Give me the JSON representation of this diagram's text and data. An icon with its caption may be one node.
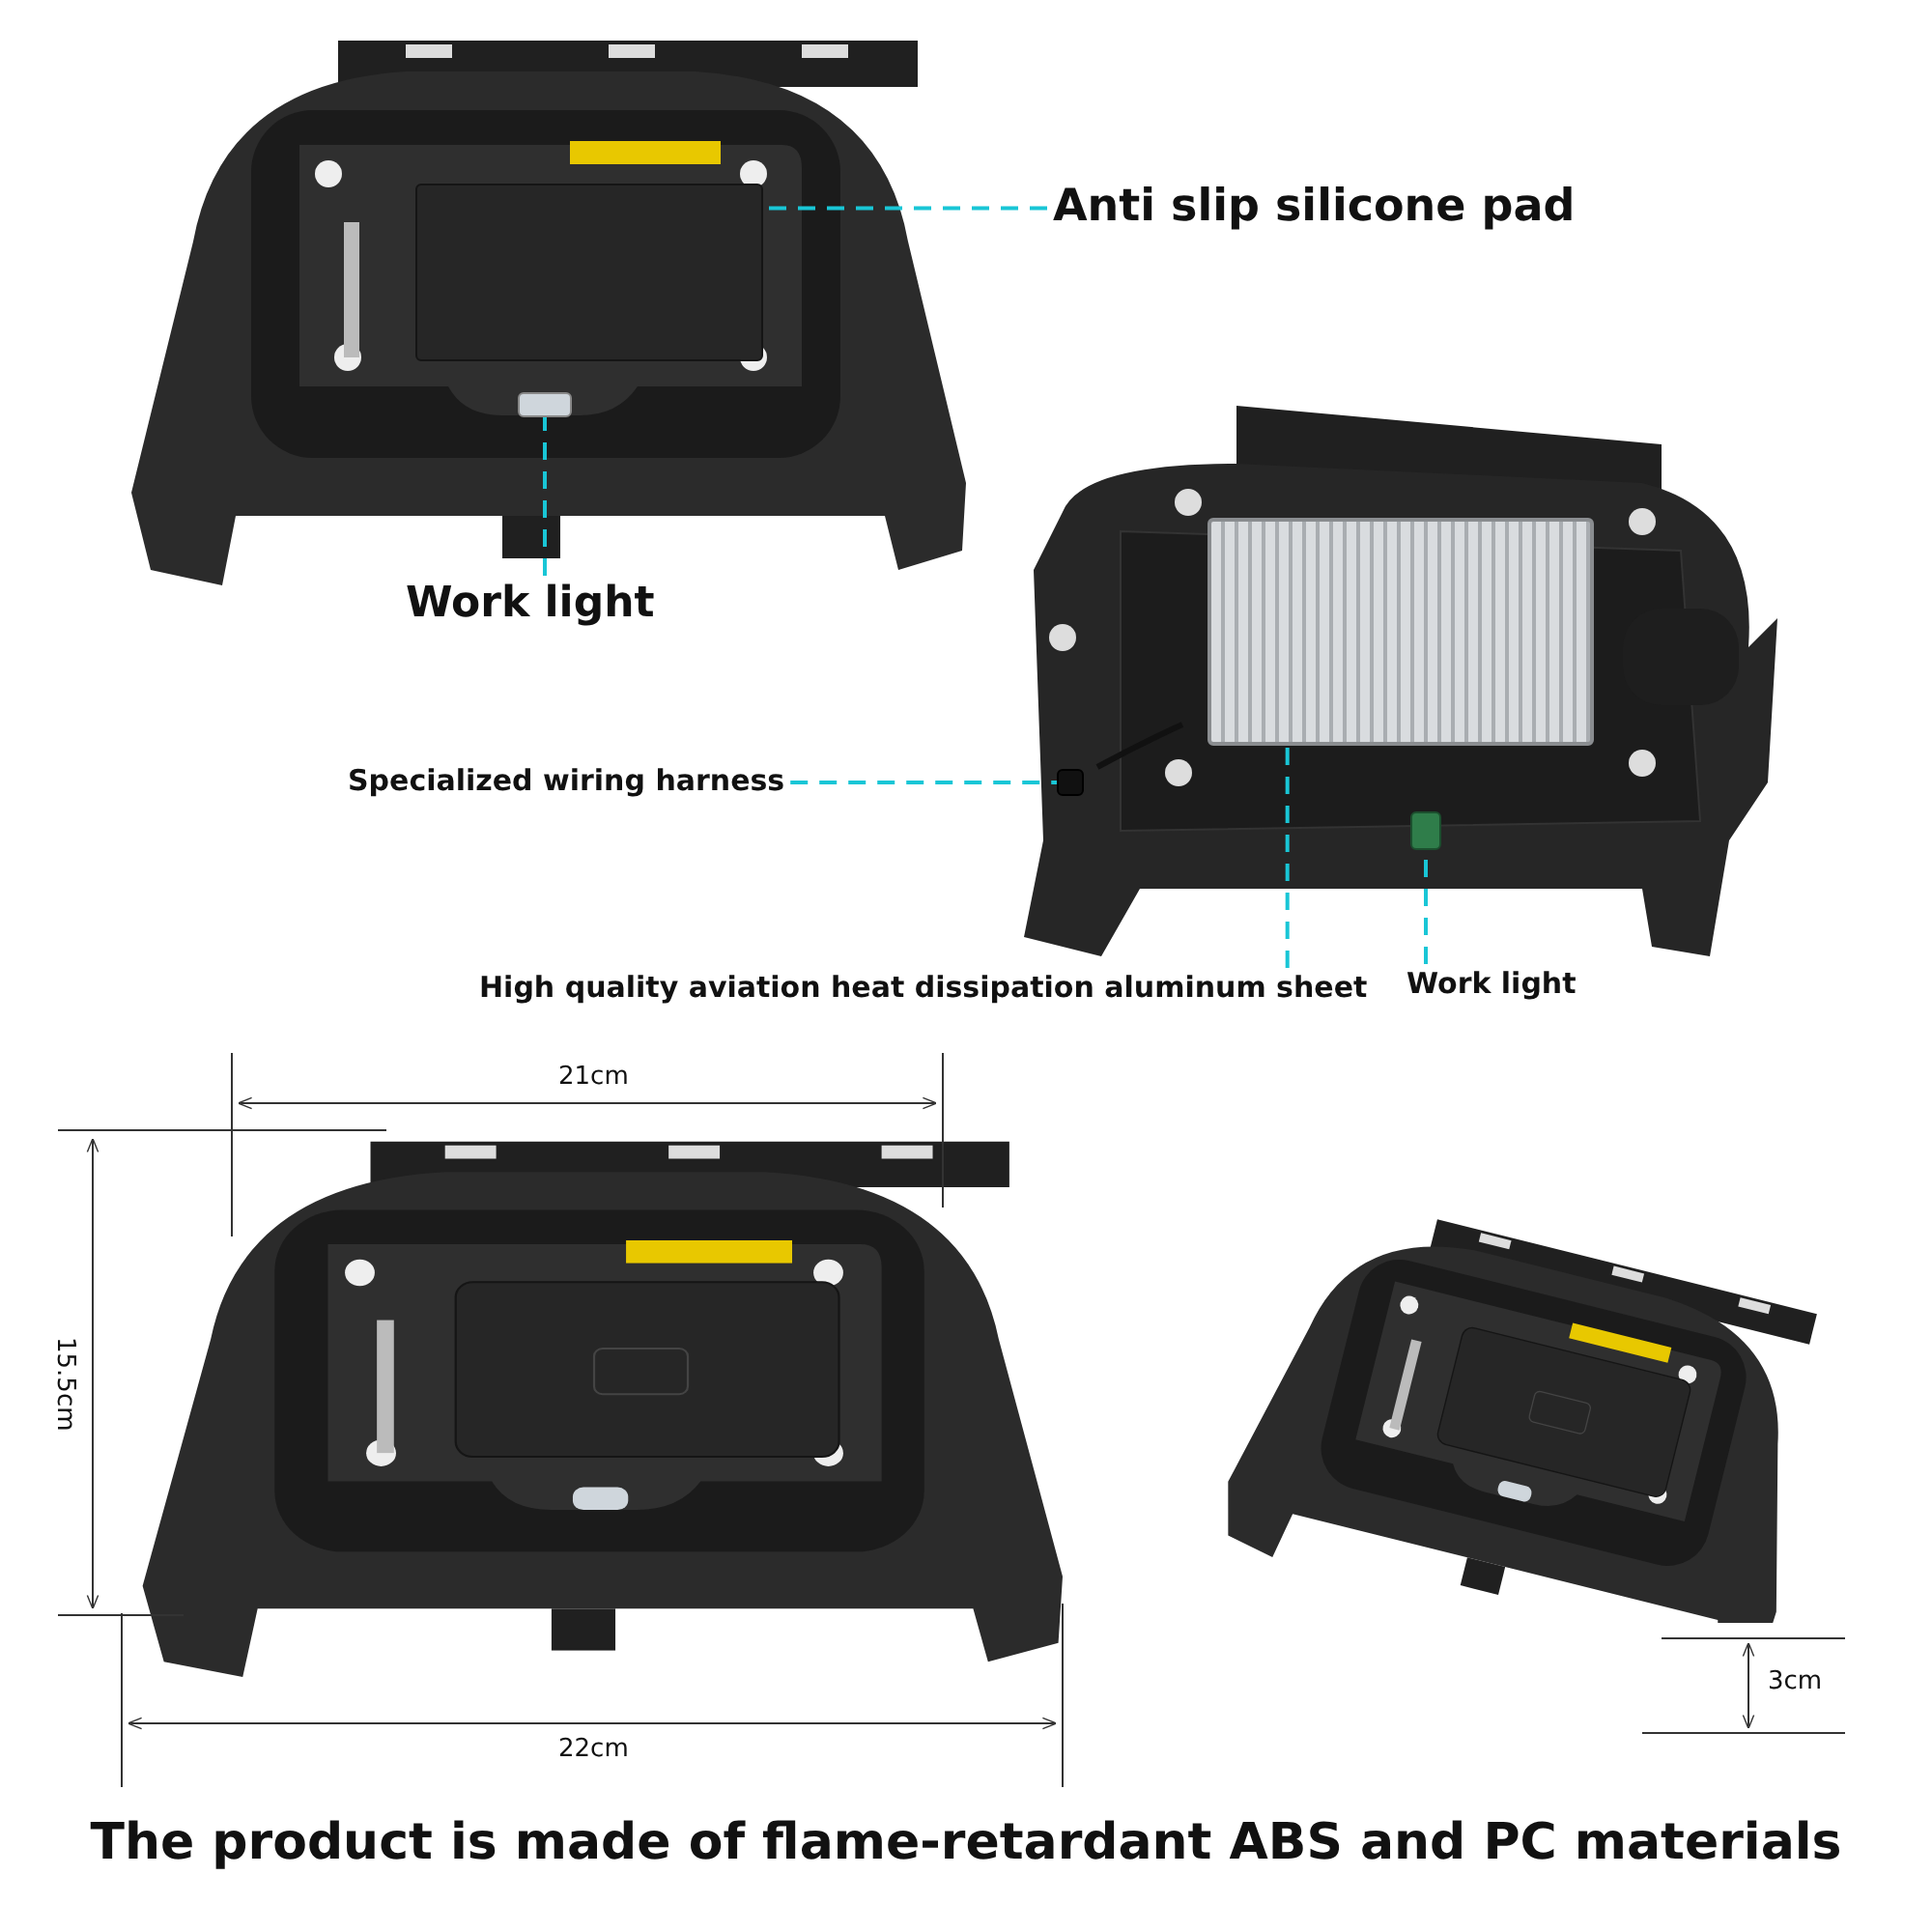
{
  "diagram": {
    "caption": "The product is made of flame-retardant ABS and PC materials",
    "nodes": [
      {
        "text": [
          "Anti slip silicone pad"
        ]
      },
      {
        "text": [],
        "shape": "box"
      },
      {
        "text": [
          "Work light"
        ]
      },
      {
        "text": [],
        "shape": "box"
      },
      {
        "text": [
          "Specialized wiring harness"
        ]
      },
      {
        "text": [],
        "shape": "box"
      },
      {
        "text": [
          "High quality aviation heat dissipation aluminum sheet"
        ]
      },
      {
        "text": [],
        "shape": "box"
      },
      {
        "text": [
          "Work light"
        ]
      },
      {
        "text": [],
        "shape": "box"
      }
    ],
    "edges": [
      {
        "from": 0,
        "to": 1,
        "arrow": "none",
        "style": "dashed"
      },
      {
        "from": 2,
        "to": 3,
        "arrow": "none",
        "style": "dashed"
      },
      {
        "from": 4,
        "to": 5,
        "arrow": "none",
        "style": "dashed"
      },
      {
        "from": 6,
        "to": 7,
        "arrow": "none",
        "style": "dashed"
      },
      {
        "from": 8,
        "to": 9,
        "arrow": "none",
        "style": "dashed"
      }
    ],
    "labels": [
      "21cm",
      "15.5cm",
      "22cm",
      "3cm"
    ]
  }
}
